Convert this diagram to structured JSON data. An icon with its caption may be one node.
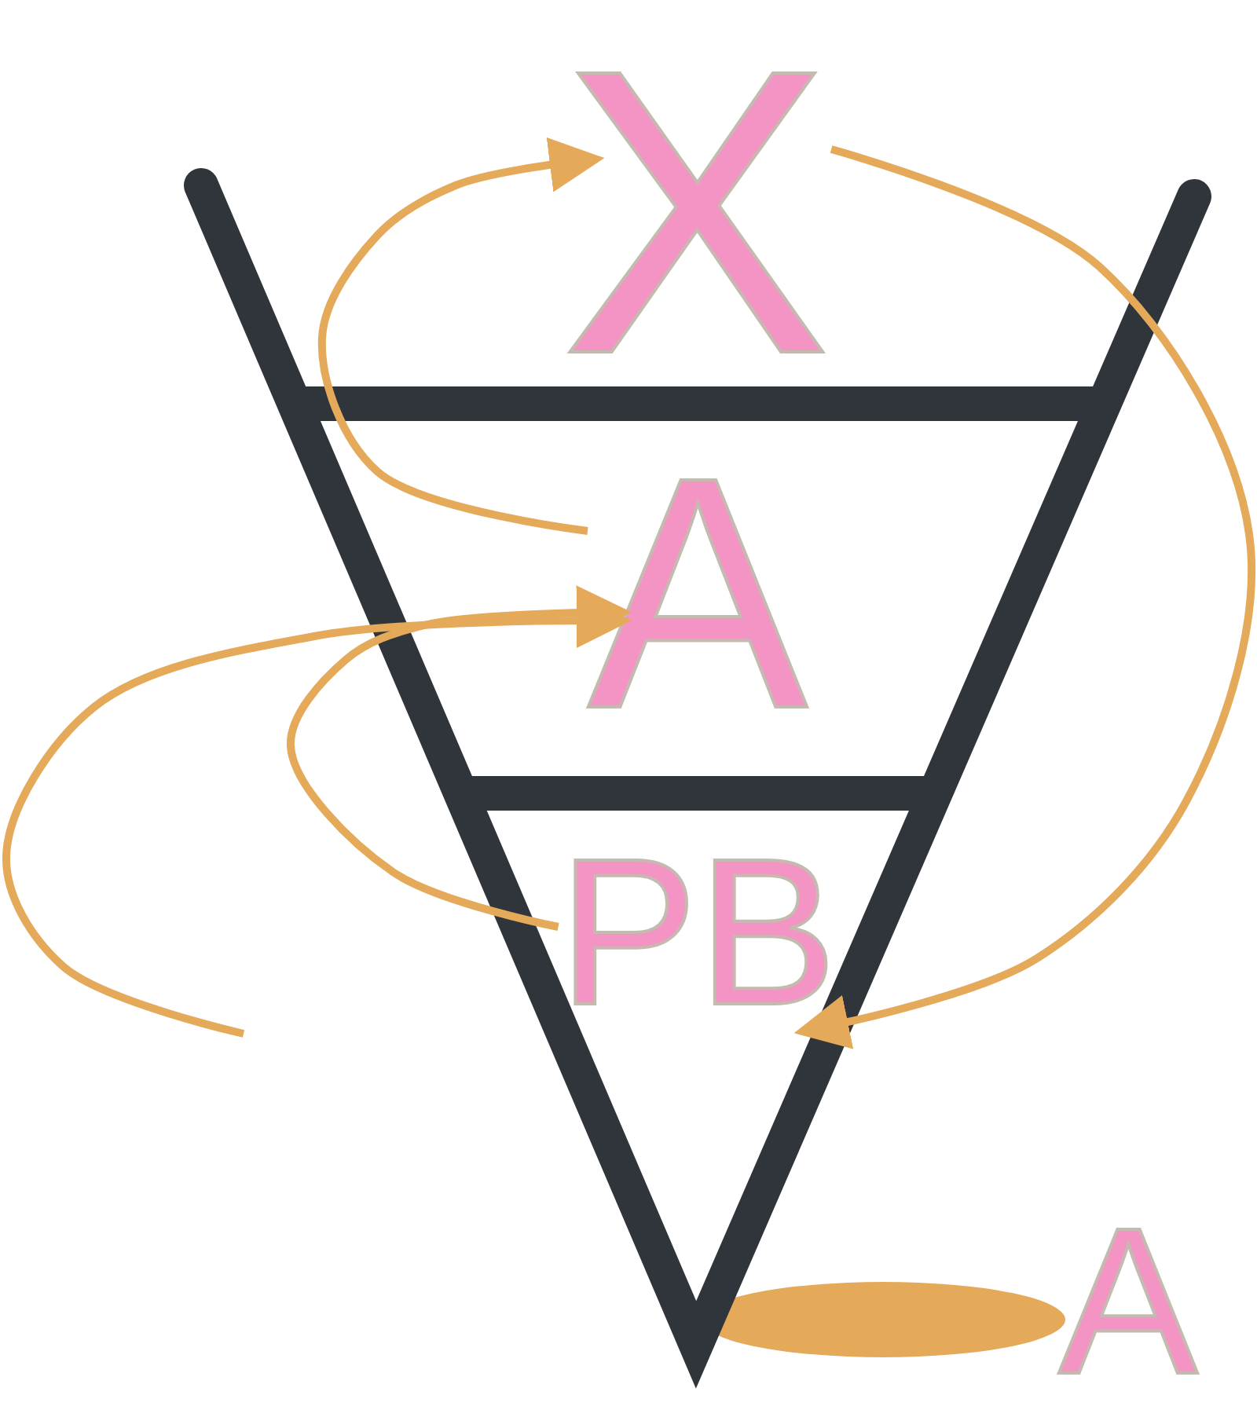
{
  "diagram": {
    "nodes": [
      {
        "text": [
          "X"
        ]
      },
      {
        "text": [
          "A"
        ]
      },
      {
        "text": [
          "PB"
        ]
      },
      {
        "text": [
          "A"
        ]
      }
    ],
    "edges": [
      {
        "from": 1,
        "to": 0,
        "arrow": "to"
      },
      {
        "from": 0,
        "to": 2,
        "arrow": "to"
      },
      {
        "from": 2,
        "to": 1,
        "arrow": "to"
      },
      {
        "from": null,
        "to": 1,
        "arrow": "to"
      }
    ]
  }
}
